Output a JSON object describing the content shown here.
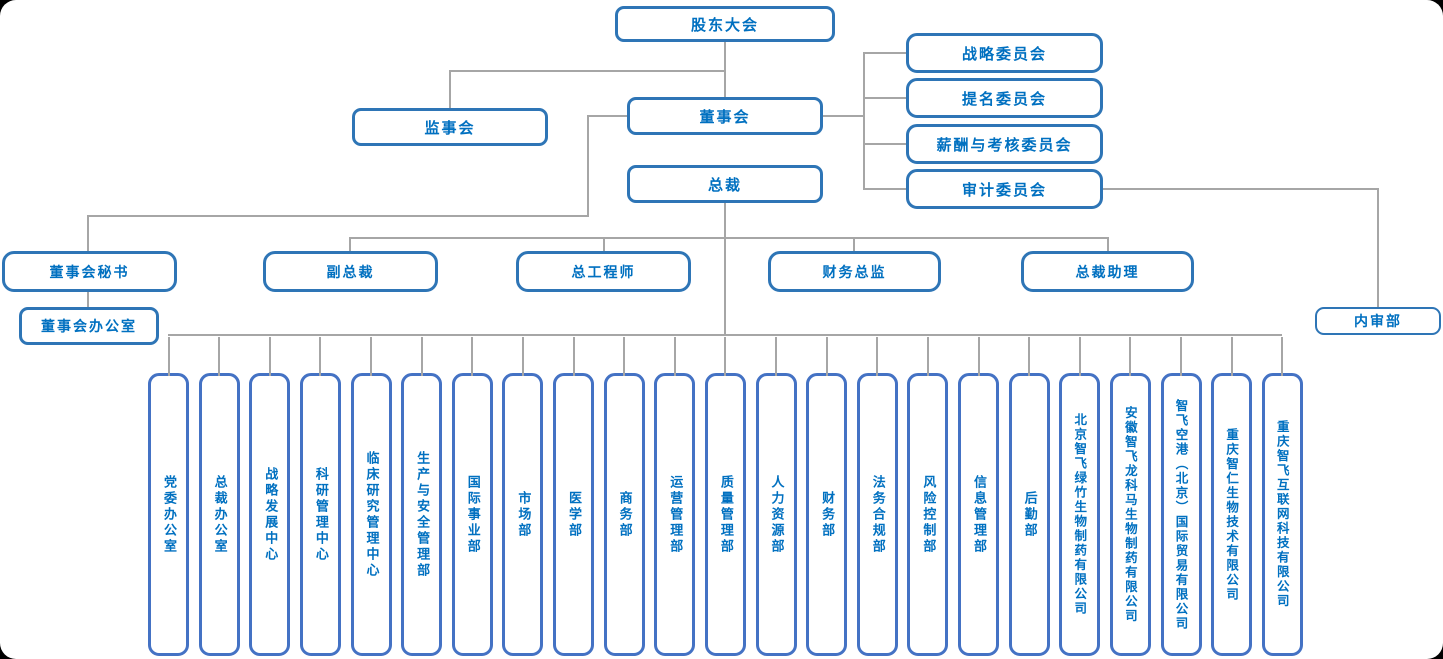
{
  "org": {
    "shareholders": "股东大会",
    "supervisory": "监事会",
    "board": "董事会",
    "president": "总裁",
    "committees": [
      "战略委员会",
      "提名委员会",
      "薪酬与考核委员会",
      "审计委员会"
    ],
    "executives": [
      "董事会秘书",
      "副总裁",
      "总工程师",
      "财务总监",
      "总裁助理"
    ],
    "board_office": "董事会办公室",
    "internal_audit": "内审部",
    "departments": [
      "党委办公室",
      "总裁办公室",
      "战略发展中心",
      "科研管理中心",
      "临床研究管理中心",
      "生产与安全管理部",
      "国际事业部",
      "市场部",
      "医学部",
      "商务部",
      "运营管理部",
      "质量管理部",
      "人力资源部",
      "财务部",
      "法务合规部",
      "风险控制部",
      "信息管理部",
      "后勤部"
    ],
    "subsidiaries": [
      "北京智飞绿竹生物制药有限公司",
      "安徽智飞龙科马生物制药有限公司",
      "智飞空港（北京）国际贸易有限公司",
      "重庆智仁生物技术有限公司",
      "重庆智飞互联网科技有限公司"
    ],
    "colors": {
      "box_border": "#2E75B6",
      "column_border": "#4472C4",
      "text": "#0070C0",
      "connector": "#A6A6A6"
    }
  }
}
